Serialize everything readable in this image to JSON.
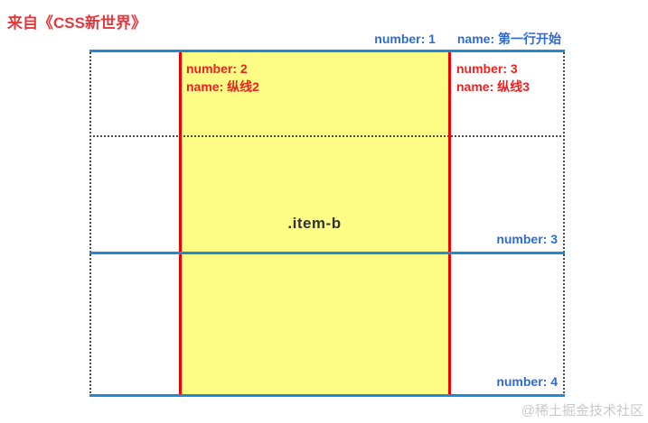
{
  "page": {
    "source_label": "来自《CSS新世界》",
    "watermark": "@稀土掘金技术社区"
  },
  "diagram": {
    "type": "css-grid-lines-illustration",
    "item_label": ".item-b",
    "row_line_1": {
      "number": "number: 1",
      "name": "name: 第一行开始"
    },
    "row_line_3": {
      "number": "number: 3"
    },
    "row_line_4": {
      "number": "number: 4"
    },
    "col_line_2": {
      "number": "number: 2",
      "name": "name: 纵线2"
    },
    "col_line_3": {
      "number": "number: 3",
      "name": "name: 纵线3"
    },
    "colors": {
      "row_line_blue": "#1f8bd0",
      "column_line_red": "#ee0000",
      "item_fill_yellow": "#fdfd85",
      "label_blue": "#2e6bd2",
      "label_red": "#ee2222",
      "implicit_dotted_gray": "#4a4a4a",
      "title_red": "#e3383e",
      "watermark_gray": "#c9c9c9"
    }
  }
}
